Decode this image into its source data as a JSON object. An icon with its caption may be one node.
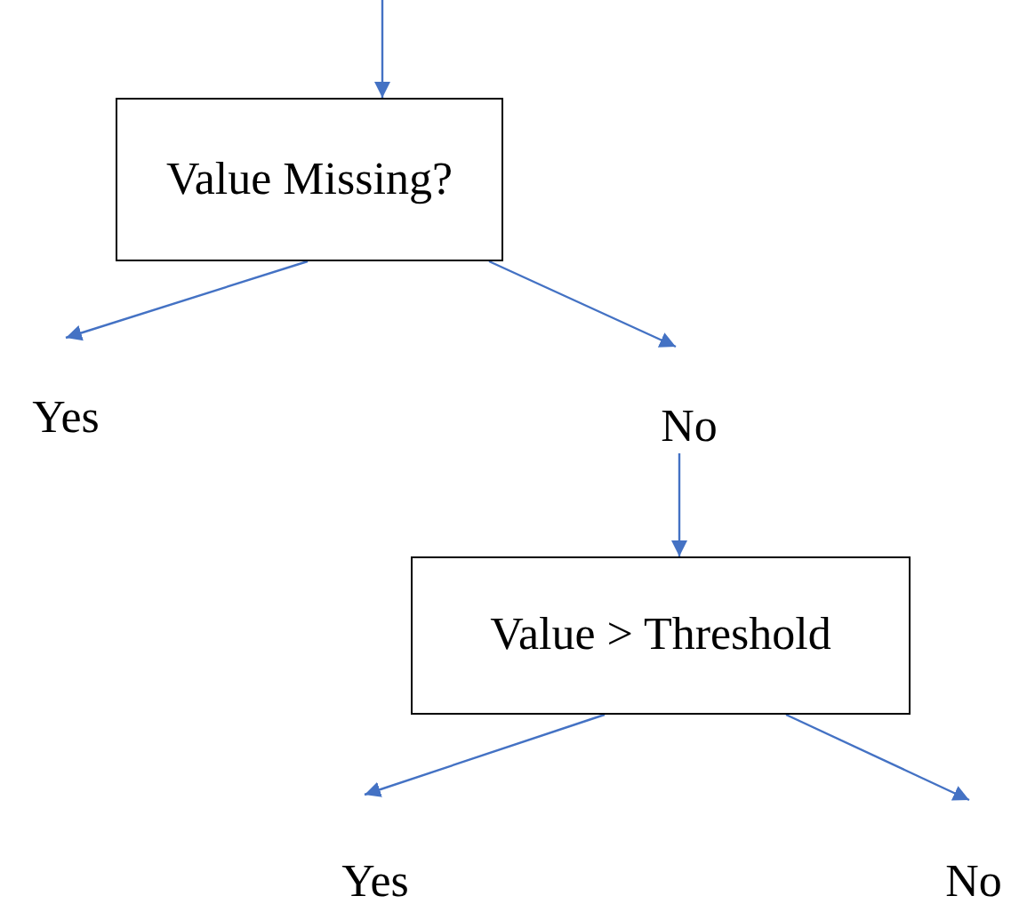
{
  "diagram": {
    "nodes": [
      {
        "text": [
          "Value Missing?"
        ]
      },
      {
        "text": [
          "Yes"
        ]
      },
      {
        "text": [
          "No"
        ]
      },
      {
        "text": [
          "Value > Threshold"
        ]
      },
      {
        "text": [
          "Yes"
        ]
      },
      {
        "text": [
          "No"
        ]
      }
    ],
    "edges": [
      {
        "from": null,
        "to": 0,
        "arrow": "to"
      },
      {
        "from": 0,
        "to": 1,
        "arrow": "to"
      },
      {
        "from": 0,
        "to": 2,
        "arrow": "to"
      },
      {
        "from": 2,
        "to": 3,
        "arrow": "to"
      },
      {
        "from": 3,
        "to": 4,
        "arrow": "to"
      },
      {
        "from": 3,
        "to": 5,
        "arrow": "to"
      }
    ]
  }
}
